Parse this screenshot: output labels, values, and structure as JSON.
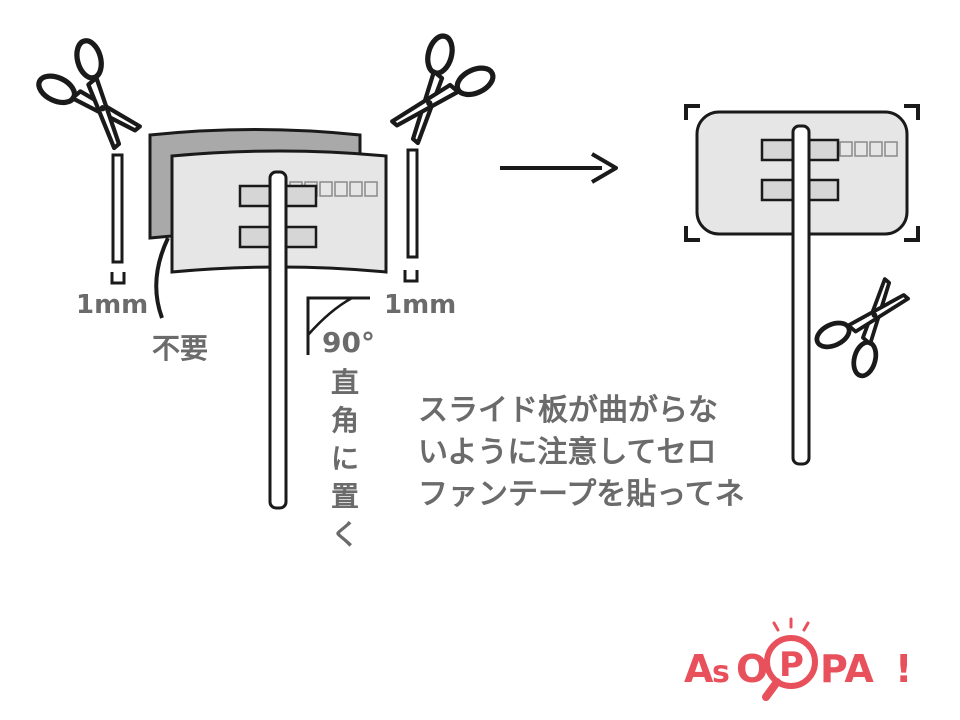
{
  "left_figure": {
    "label_unneeded": "不要",
    "label_left_gap": "1mm",
    "label_right_gap": "1mm",
    "label_angle": "90°",
    "label_vertical": [
      "直",
      "角",
      "に",
      "置",
      "く"
    ]
  },
  "note": {
    "lines": [
      "スライド板が曲がらな",
      "いように注意してセロ",
      "ファンテープを貼ってネ"
    ]
  },
  "logo": {
    "text_a": "A",
    "text_s": "s",
    "text_o": "O",
    "text_p": "P",
    "text_pa": "PA",
    "text_bang": "!",
    "color": "#e8505b"
  },
  "colors": {
    "card": "#e6e6e6",
    "card_back": "#a9a9a9",
    "outline": "#1a1a1a",
    "label": "#6b6b6b"
  }
}
